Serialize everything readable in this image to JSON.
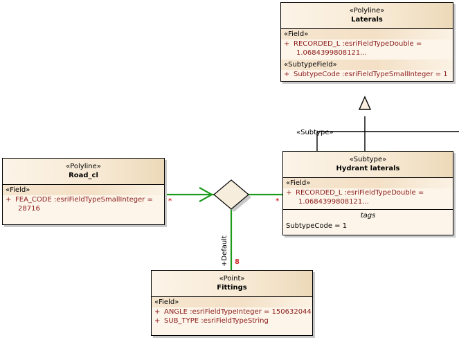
{
  "diagram": {
    "title": "UML class diagram",
    "background": "#ffffff",
    "colors": {
      "class_fill": "#fbf0e0",
      "class_border": "#000000",
      "attribute_text": "#8b1a1a",
      "association_line": "#1d9b1d",
      "multiplicity": "#d03030",
      "generalization_line": "#000000",
      "shadow": "#c8c8c8"
    }
  },
  "classes": {
    "laterals": {
      "stereotype": "«Polyline»",
      "name": "Laterals",
      "groups": [
        {
          "band": "«Field»",
          "attributes": [
            {
              "visibility": "+",
              "text": "RECORDED_L  :esriFieldTypeDouble =",
              "continuation": "1.0684399808121..."
            }
          ]
        },
        {
          "band": "«SubtypeField»",
          "attributes": [
            {
              "visibility": "+",
              "text": "SubtypeCode  :esriFieldTypeSmallInteger = 1",
              "continuation": ""
            }
          ]
        }
      ]
    },
    "hydrant_laterals": {
      "stereotype": "«Subtype»",
      "name": "Hydrant laterals",
      "groups": [
        {
          "band": "«Field»",
          "attributes": [
            {
              "visibility": "+",
              "text": "RECORDED_L  :esriFieldTypeDouble =",
              "continuation": "1.0684399808121..."
            }
          ]
        }
      ],
      "tags_title": "tags",
      "tags_rows": [
        "SubtypeCode = 1"
      ]
    },
    "road_cl": {
      "stereotype": "«Polyline»",
      "name": "Road_cl",
      "groups": [
        {
          "band": "«Field»",
          "attributes": [
            {
              "visibility": "+",
              "text": "FEA_CODE  :esriFieldTypeSmallInteger =",
              "continuation": "28716"
            }
          ]
        }
      ]
    },
    "fittings": {
      "stereotype": "«Point»",
      "name": "Fittings",
      "groups": [
        {
          "band": "«Field»",
          "attributes": [
            {
              "visibility": "+",
              "text": "ANGLE  :esriFieldTypeInteger = 150632044",
              "continuation": ""
            },
            {
              "visibility": "+",
              "text": "SUB_TYPE  :esriFieldTypeString",
              "continuation": ""
            }
          ]
        }
      ]
    }
  },
  "connectors": {
    "subtype_label": "«Subtype»",
    "road_multiplicity": "*",
    "hydrant_multiplicity": "*",
    "default_label": "+Default",
    "fittings_multiplicity": "8"
  }
}
